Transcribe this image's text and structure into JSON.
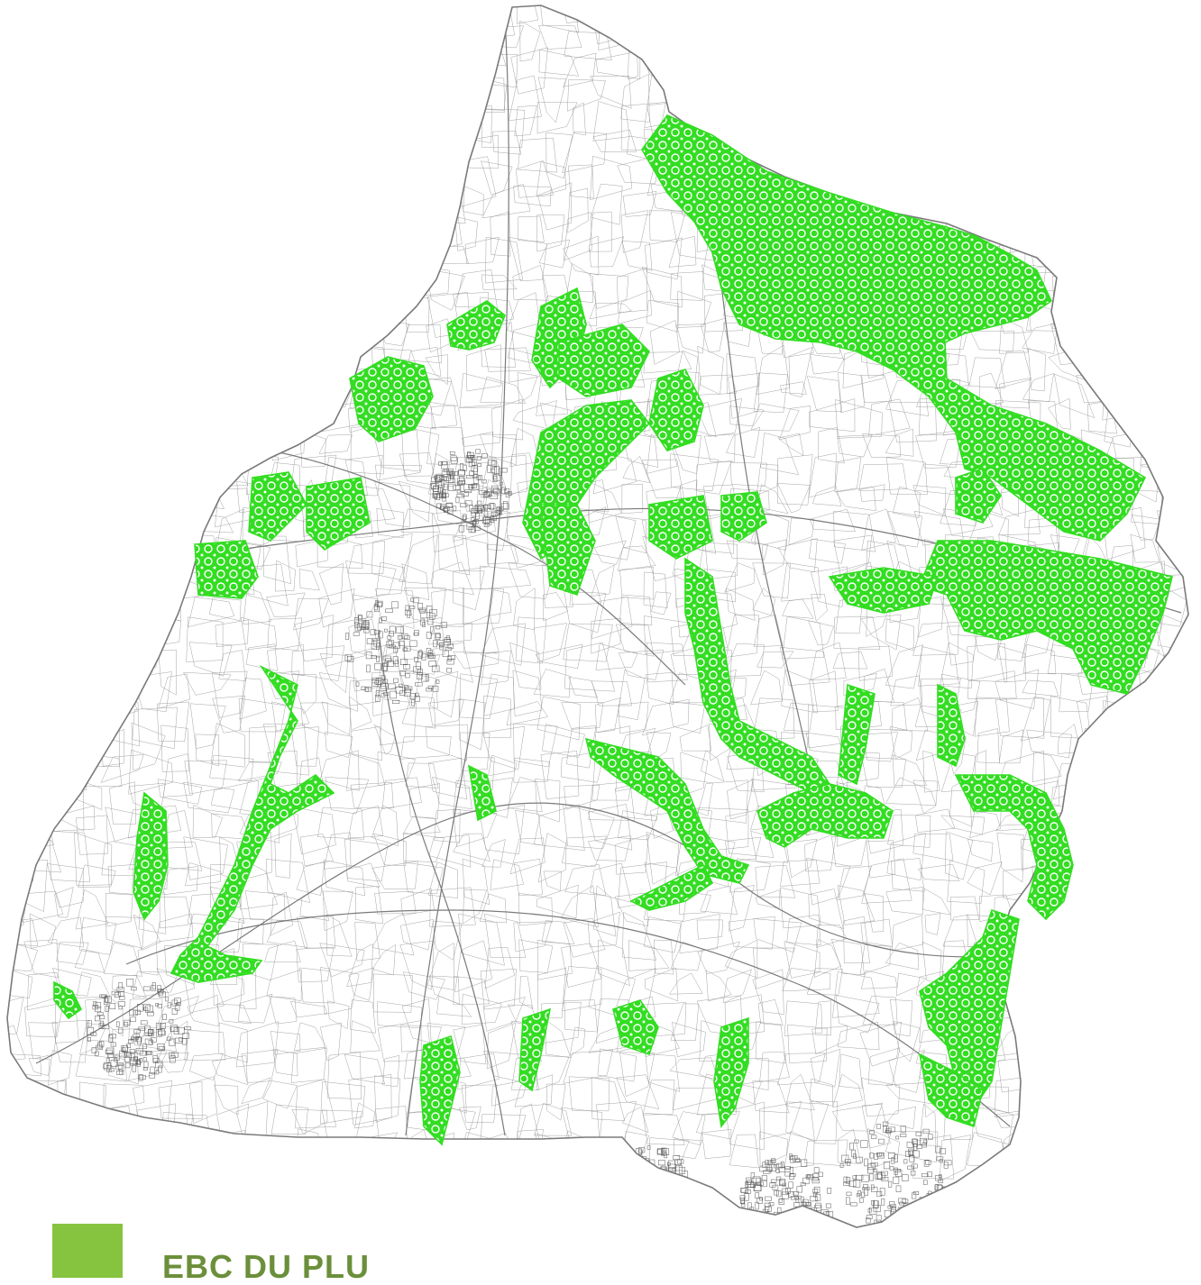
{
  "map": {
    "commune_outline": "commune-boundary",
    "hatch_pattern": "circle-lattice"
  },
  "colors": {
    "ebc_fill": "#33dd22",
    "ebc_hatch": "#ffffff",
    "parcel_lines": "#9a9a9a",
    "boundary": "#7a7a7a",
    "legend_swatch": "#86c440",
    "legend_text": "#6b8f3a"
  },
  "legend": {
    "items": [
      {
        "label": "EBC DU PLU",
        "icon": "green-square-swatch"
      }
    ]
  }
}
